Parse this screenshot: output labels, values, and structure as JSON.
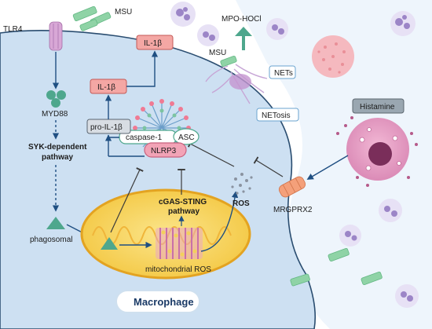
{
  "labels": {
    "tlr4": "TLR4",
    "msu_top": "MSU",
    "msu_mid": "MSU",
    "mpo": "MPO-HOCl",
    "il1b_top": "IL-1β",
    "il1b_mid": "IL-1β",
    "pro_il1b": "pro-IL-1β",
    "myd88": "MYD88",
    "syk_line1": "SYK-dependent",
    "syk_line2": "pathway",
    "caspase": "caspase-1",
    "asc": "ASC",
    "nlrp3": "NLRP3",
    "cgas_line1": "cGAS-STING",
    "cgas_line2": "pathway",
    "ros": "ROS",
    "mrgprx2": "MRGPRX2",
    "histamine": "Histamine",
    "nets": "NETs",
    "netosis": "NETosis",
    "phagosomal": "phagosomal",
    "mito_ros": "mitochondrial ROS",
    "macrophage": "Macrophage"
  },
  "colors": {
    "cell_fill": "#cde0f2",
    "cell_edge": "#2a4d70",
    "bg_fill": "#edf4fb",
    "msu_crystal": "#8fd3a6",
    "il_box": "#f4a7a4",
    "nlrp3_box": "#f2a3b6",
    "mito_fill": "#f6d55a",
    "mito_edge": "#e3a321",
    "teal": "#4ea78d",
    "mast_cell": "#e7a2c6",
    "histamine_box": "#9aa7b1"
  },
  "icons": [
    "tlr4-receptor-icon",
    "msu-crystal-icon",
    "neutrophil-icon",
    "mast-cell-icon",
    "inflammasome-icon",
    "mitochondrion-icon",
    "ros-cloud-icon",
    "mrgprx2-receptor-icon"
  ]
}
